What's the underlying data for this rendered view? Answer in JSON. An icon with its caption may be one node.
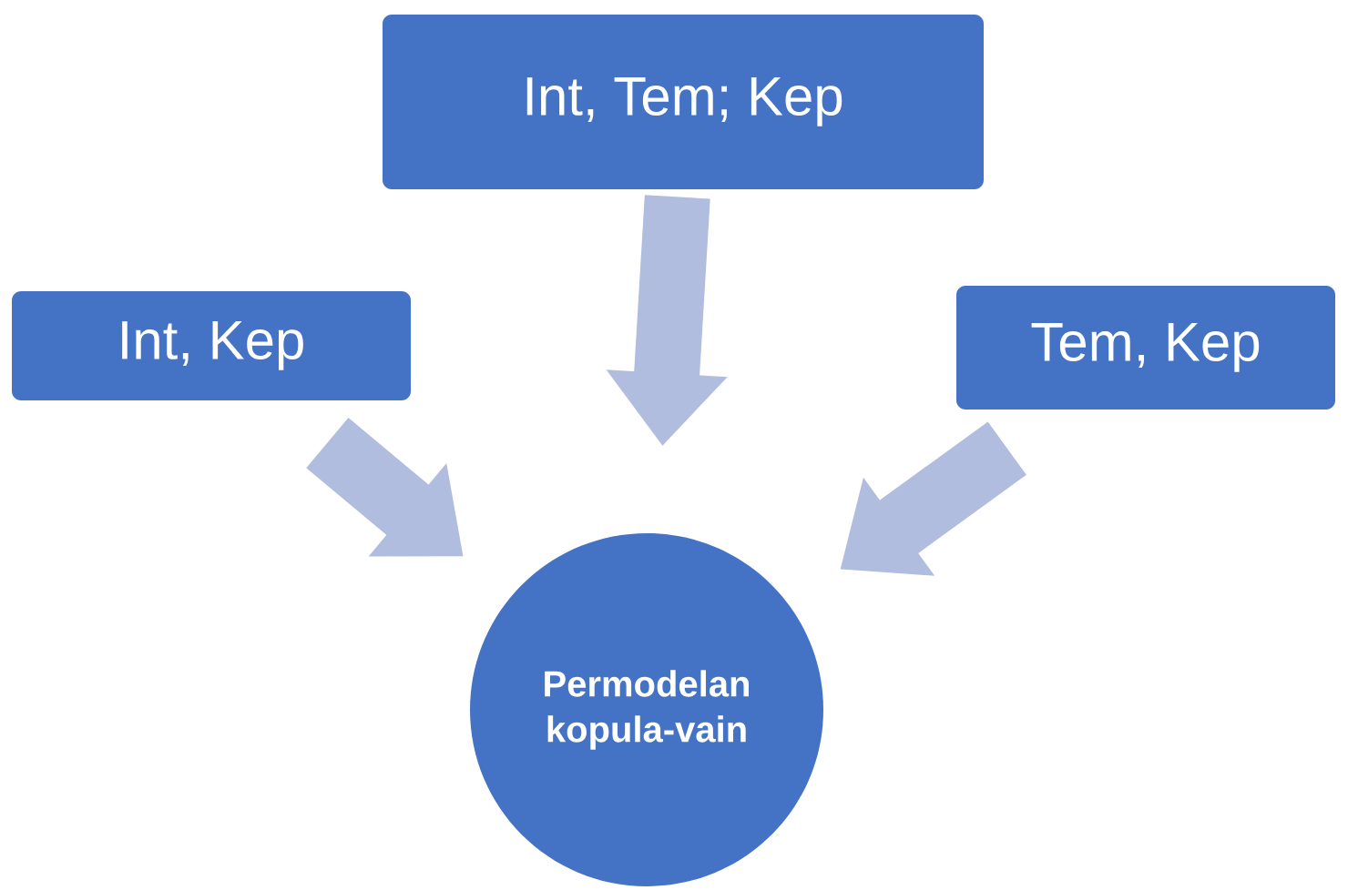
{
  "diagram": {
    "nodes": [
      {
        "text": [
          "Int, Tem; Kep"
        ]
      },
      {
        "text": [
          "Int, Kep"
        ]
      },
      {
        "text": [
          "Tem, Kep"
        ]
      },
      {
        "text": [
          "Permodelan kopula-vain"
        ]
      }
    ],
    "edges": [
      {
        "from": 0,
        "to": 3,
        "arrow": "to"
      },
      {
        "from": 1,
        "to": 3,
        "arrow": "to"
      },
      {
        "from": 2,
        "to": 3,
        "arrow": "to"
      }
    ]
  }
}
